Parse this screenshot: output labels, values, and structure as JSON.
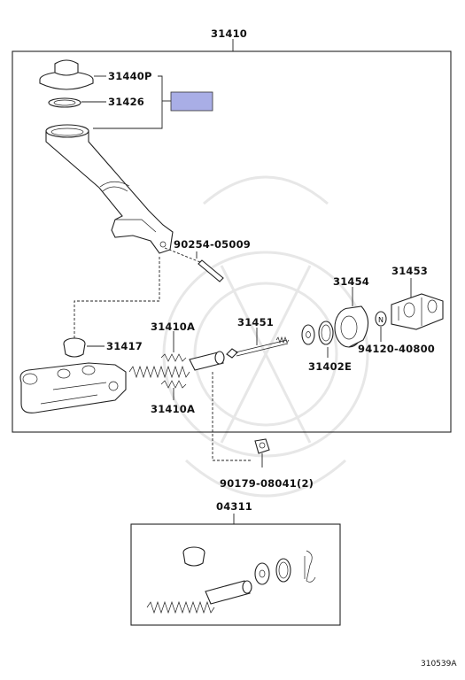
{
  "labels": {
    "assembly": "31410",
    "cap": "31440P",
    "gasket": "31426",
    "bolt": "90254-05009",
    "grommet": "31417",
    "piston_upper": "31410A",
    "piston_lower": "31410A",
    "push_rod": "31451",
    "snap_ring": "31402E",
    "boot": "31454",
    "nut": "94120-40800",
    "clevis": "31453",
    "union_nut": "90179-08041(2)",
    "kit": "04311",
    "diagram_code": "310539A"
  },
  "colors": {
    "highlight": "#a9aee6",
    "line": "#222222",
    "watermark": "#e7e7e7"
  }
}
